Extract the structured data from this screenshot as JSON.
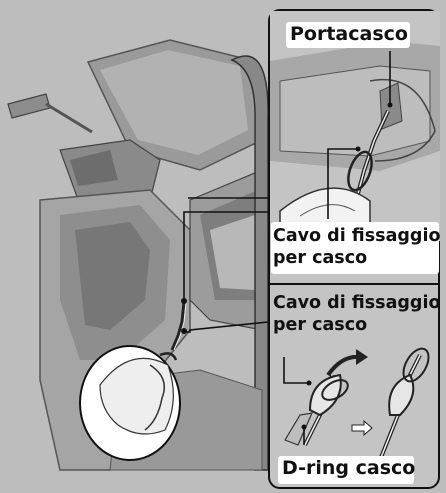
{
  "labels": {
    "helmet_holder": "Portacasco",
    "securing_cable_top_line1": "Cavo di fissaggio",
    "securing_cable_top_line2": "per casco",
    "securing_cable_mid_line1": "Cavo di fissaggio",
    "securing_cable_mid_line2": "per casco",
    "d_ring": "D-ring casco"
  },
  "icons": [
    "helmet-icon",
    "arrow-right-icon",
    "curved-arrow-icon"
  ],
  "colors": {
    "background": "#bdbdbd",
    "line": "#111111",
    "panel": "#c4c4c4",
    "label_bg": "#ffffff"
  }
}
